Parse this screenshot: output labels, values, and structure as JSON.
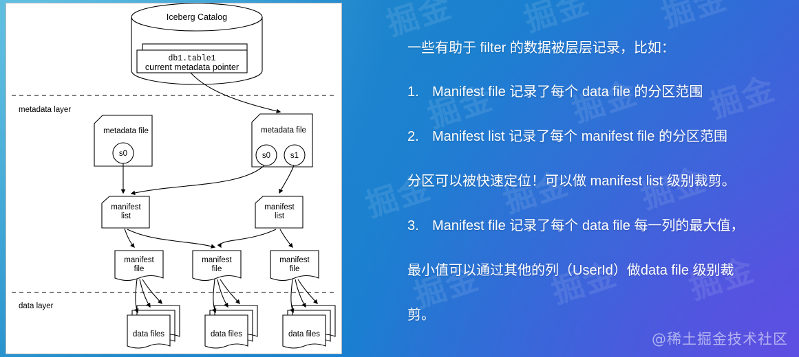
{
  "slide": {
    "background_from": "#3fa9d4",
    "background_to": "#4a57dd",
    "watermark_text": "掘金",
    "credit": "@稀土掘金技术社区"
  },
  "diagram": {
    "catalog": {
      "title": "Iceberg Catalog",
      "pointer_table": "db1.table1",
      "pointer_label": "current metadata pointer"
    },
    "layers": [
      {
        "id": "metadata",
        "label": "metadata layer"
      },
      {
        "id": "data",
        "label": "data layer"
      }
    ],
    "metadata_files": [
      {
        "label": "metadata file",
        "snapshots": [
          "s0"
        ]
      },
      {
        "label": "metadata file",
        "snapshots": [
          "s0",
          "s1"
        ]
      }
    ],
    "manifest_lists": [
      {
        "line1": "manifest",
        "line2": "list"
      },
      {
        "line1": "manifest",
        "line2": "list"
      }
    ],
    "manifest_files": [
      {
        "line1": "manifest",
        "line2": "file"
      },
      {
        "line1": "manifest",
        "line2": "file"
      },
      {
        "line1": "manifest",
        "line2": "file"
      }
    ],
    "data_file_stacks": [
      {
        "label": "data files"
      },
      {
        "label": "data files"
      },
      {
        "label": "data files"
      }
    ]
  },
  "notes": {
    "heading": "一些有助于 filter 的数据被层层记录，比如：",
    "items": [
      {
        "num": "1.",
        "text": "Manifest file 记录了每个 data file 的分区范围"
      },
      {
        "num": "2.",
        "text": "Manifest list 记录了每个 manifest file 的分区范围"
      }
    ],
    "note_line": "分区可以被快速定位！可以做 manifest list 级别裁剪。",
    "item3_num": "3.",
    "item3_line1": "Manifest file 记录了每个 data file 每一列的最大值，",
    "item3_line2": "最小值可以通过其他的列（UserId）做data file 级别裁",
    "item3_line3": "剪。"
  }
}
